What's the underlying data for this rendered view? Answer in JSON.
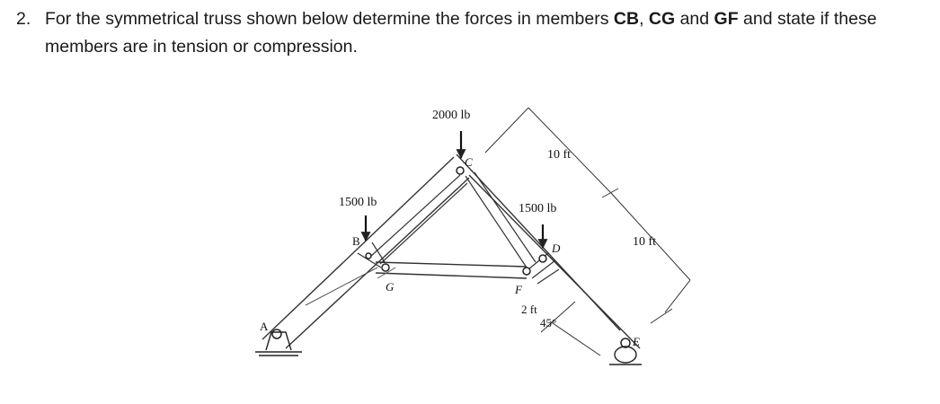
{
  "question": {
    "number": "2.",
    "part1": "For the symmetrical truss shown below determine the forces in members ",
    "m1": "CB",
    "sep1": ", ",
    "m2": "CG",
    "sep2": " and ",
    "m3": "GF",
    "part2": " and state if these members are in tension or compression."
  },
  "figure": {
    "loads": {
      "c": "2000 lb",
      "b": "1500 lb",
      "d": "1500 lb"
    },
    "dimensions": {
      "top_length": "10 ft",
      "right_length": "10 ft",
      "offset": "2 ft",
      "angle": "45°"
    },
    "joints": {
      "a": "A",
      "b": "B",
      "c": "C",
      "d": "D",
      "e": "E",
      "f": "F",
      "g": "G"
    }
  }
}
